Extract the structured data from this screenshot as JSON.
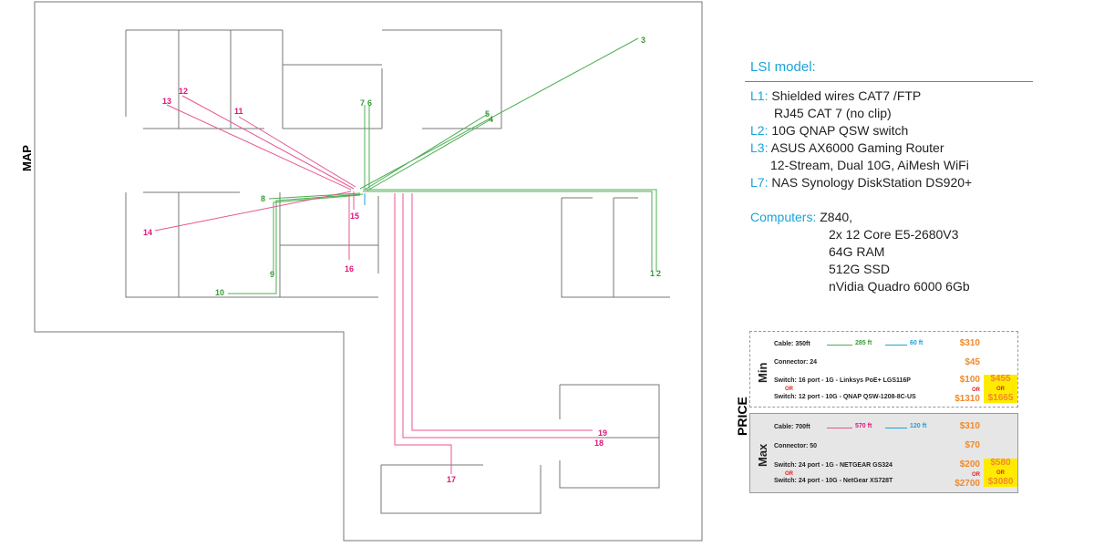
{
  "map": {
    "title": "MAP",
    "green_labels": [
      "3",
      "5",
      "4",
      "7",
      "6",
      "8",
      "9",
      "10",
      "1",
      "2"
    ],
    "pink_labels": [
      "11",
      "12",
      "13",
      "14",
      "15",
      "16",
      "17",
      "18",
      "19"
    ]
  },
  "lsi": {
    "title": "LSI model:",
    "items": [
      {
        "key": "L1:",
        "lines": [
          "Shielded wires CAT7 /FTP",
          "RJ45 CAT 7 (no clip)"
        ]
      },
      {
        "key": "L2:",
        "lines": [
          "10G QNAP QSW switch"
        ]
      },
      {
        "key": "L3:",
        "lines": [
          "ASUS AX6000 Gaming Router",
          "12-Stream, Dual 10G, AiMesh WiFi"
        ]
      },
      {
        "key": "L7:",
        "lines": [
          "NAS Synology DiskStation DS920+"
        ]
      }
    ],
    "computers_key": "Computers:",
    "computers": [
      "Z840,",
      "2x 12 Core E5-2680V3",
      "64G RAM",
      "512G SSD",
      "nVidia Quadro 6000  6Gb"
    ]
  },
  "price": {
    "title": "PRICE",
    "or": "OR",
    "min": {
      "label": "Min",
      "cable": "Cable: 350ft",
      "green_len": "285 ft",
      "blue_len": "60 ft",
      "cable_price": "$310",
      "connector": "Connector: 24",
      "connector_price": "$45",
      "switch1": "Switch: 16 port - 1G - Linksys PoE+ LGS116P",
      "switch1_price": "$100",
      "switch2": "Switch: 12 port - 10G - QNAP QSW-1208-8C-US",
      "switch2_price": "$1310",
      "total1": "$455",
      "total2": "$1665"
    },
    "max": {
      "label": "Max",
      "cable": "Cable: 700ft",
      "pink_len": "570 ft",
      "blue_len": "120 ft",
      "cable_price": "$310",
      "connector": "Connector: 50",
      "connector_price": "$70",
      "switch1": "Switch: 24 port - 1G - NETGEAR GS324",
      "switch1_price": "$200",
      "switch2": "Switch: 24 port - 10G - NetGear XS728T",
      "switch2_price": "$2700",
      "total1": "$580",
      "total2": "$3080"
    }
  },
  "colors": {
    "green": "#3a9a3a",
    "pink": "#e0157a",
    "blue": "#1aa3d9",
    "orange": "#f08a2a",
    "highlight": "#ffeb00"
  }
}
